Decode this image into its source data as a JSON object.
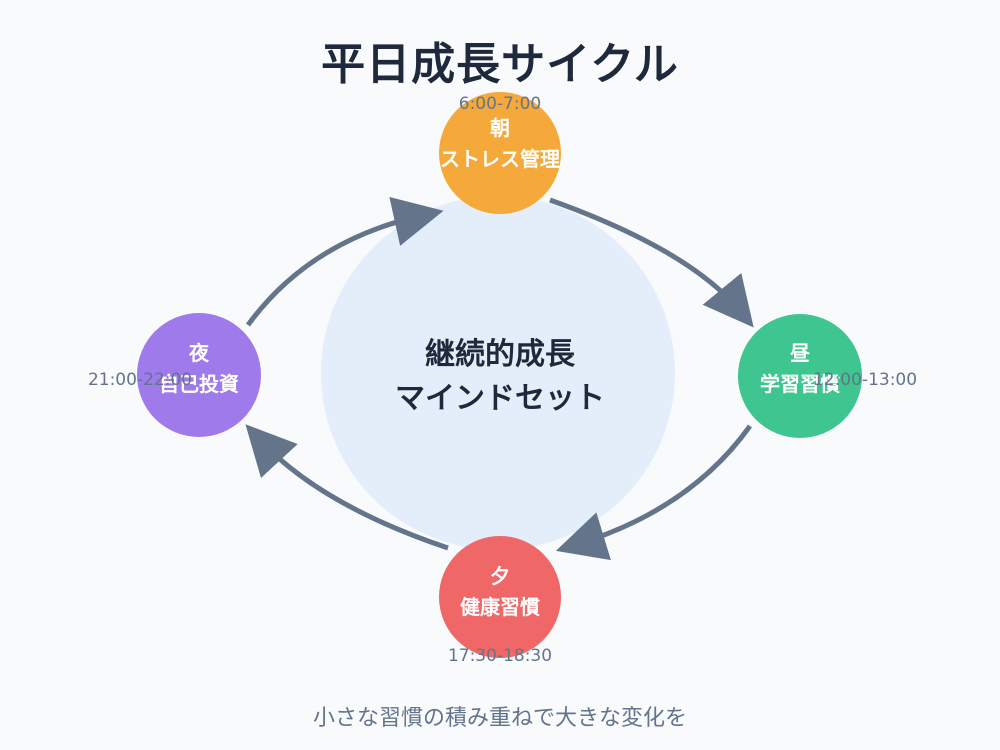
{
  "title": "平日成長サイクル",
  "center": {
    "line1": "継続的成長",
    "line2": "マインドセット"
  },
  "nodes": {
    "morning": {
      "label": "朝",
      "sub": "ストレス管理",
      "time": "6:00-7:00",
      "color": "#f5a93a"
    },
    "noon": {
      "label": "昼",
      "sub": "学習習慣",
      "time": "12:00-13:00",
      "color": "#3ec590"
    },
    "evening": {
      "label": "夕",
      "sub": "健康習慣",
      "time": "17:30-18:30",
      "color": "#ef6767"
    },
    "night": {
      "label": "夜",
      "sub": "自己投資",
      "time": "21:00-22:00",
      "color": "#9f7aea"
    }
  },
  "caption": "小さな習慣の積み重ねで大きな変化を",
  "colors": {
    "center_circle": "#e4eefb",
    "arrow": "#64748b",
    "background": "#f8fafc"
  }
}
